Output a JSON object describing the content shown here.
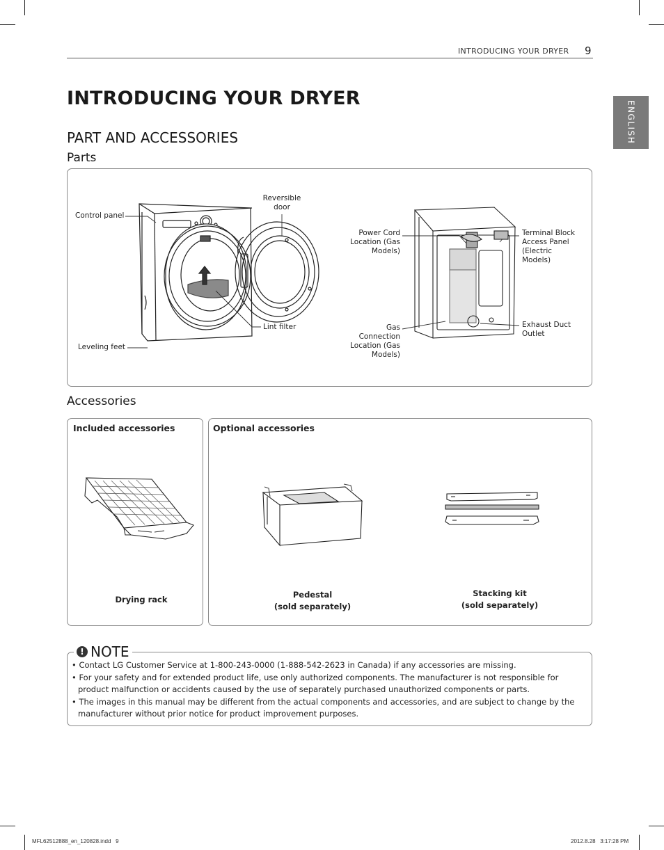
{
  "header": {
    "section": "INTRODUCING YOUR DRYER",
    "page_number": "9"
  },
  "language_tab": "ENGLISH",
  "title": "INTRODUCING YOUR DRYER",
  "section_title": "PART AND ACCESSORIES",
  "parts": {
    "title": "Parts",
    "labels": {
      "control_panel": "Control panel",
      "reversible_door": "Reversible door",
      "leveling_feet": "Leveling feet",
      "lint_filter": "Lint filter",
      "power_cord": "Power Cord Location (Gas Models)",
      "gas_connection": "Gas Connection Location (Gas Models)",
      "terminal_block": "Terminal Block Access Panel (Electric Models)",
      "exhaust_duct": "Exhaust Duct Outlet"
    }
  },
  "accessories": {
    "title": "Accessories",
    "included": {
      "title": "Included accessories",
      "items": [
        {
          "name": "Drying rack"
        }
      ]
    },
    "optional": {
      "title": "Optional accessories",
      "items": [
        {
          "name": "Pedestal",
          "note": "(sold separately)"
        },
        {
          "name": "Stacking kit",
          "note": "(sold separately)"
        }
      ]
    }
  },
  "note": {
    "icon": "exclamation-icon",
    "title": "NOTE",
    "items": [
      "Contact LG Customer Service at 1-800-243-0000 (1-888-542-2623 in Canada) if any accessories are missing.",
      "For your safety and for extended product life, use only authorized components. The manufacturer is not responsible for product malfunction or accidents caused by the use of separately purchased unauthorized components or parts.",
      "The images in this manual may be different from the actual components and accessories, and are subject to change by the manufacturer without prior notice for product improvement purposes."
    ]
  },
  "footer": {
    "left": "MFL62512888_en_120828.indd   9",
    "right": "2012.8.28   3:17:28 PM"
  }
}
